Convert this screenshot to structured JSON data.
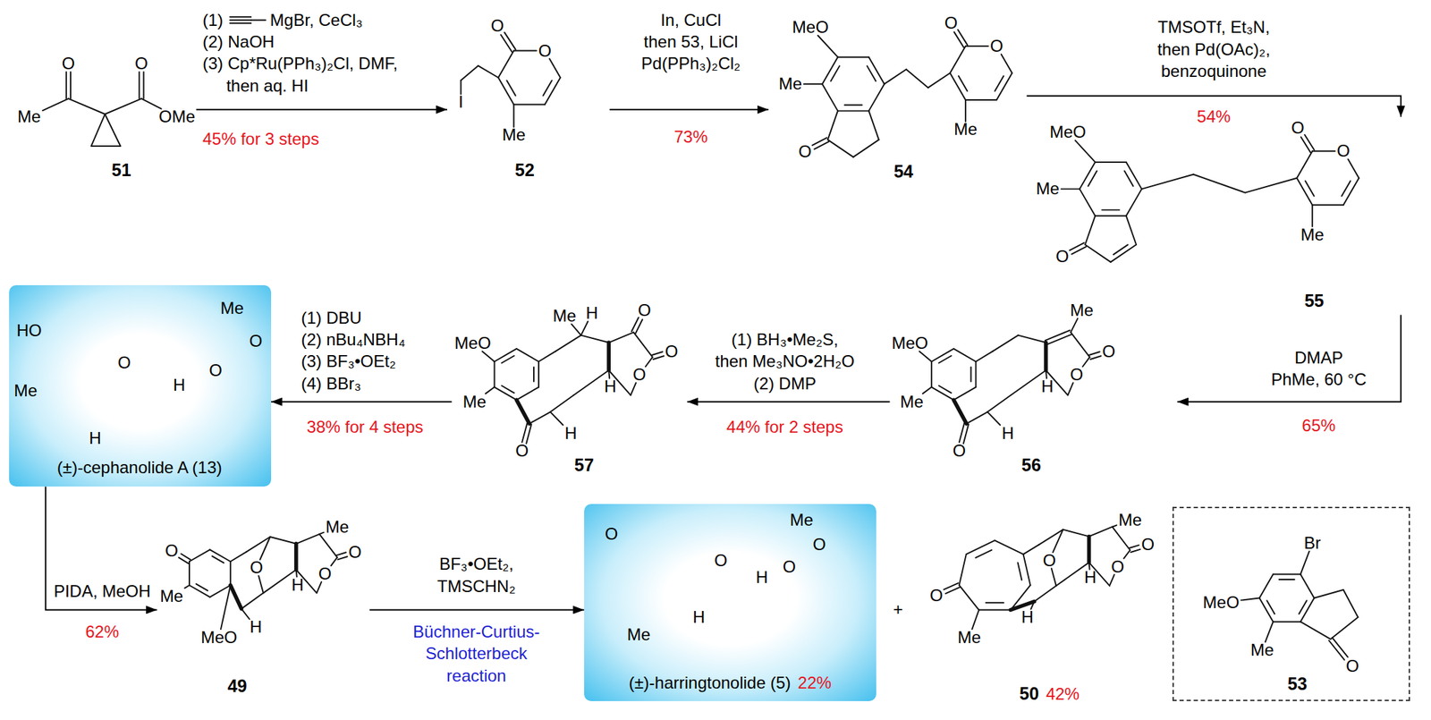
{
  "diagram": {
    "nodes": [
      {
        "text": [
          "51"
        ]
      },
      {
        "text": [
          "52"
        ]
      },
      {
        "text": [
          "54"
        ]
      },
      {
        "text": [
          "55"
        ]
      },
      {
        "text": [
          "(±)-cephanolide A (13)"
        ]
      },
      {
        "text": [
          "57"
        ]
      },
      {
        "text": [
          "56"
        ]
      },
      {
        "text": [
          "49"
        ]
      },
      {
        "text": [
          "(±)-harringtonolide (5)",
          "22%"
        ]
      },
      {
        "text": [
          "50",
          "42%"
        ]
      },
      {
        "text": [
          "53"
        ]
      }
    ],
    "edges": [
      {
        "from": 0,
        "to": 1,
        "arrow": "to"
      },
      {
        "from": 1,
        "to": 2,
        "arrow": "to"
      },
      {
        "from": 2,
        "to": 3,
        "arrow": "to"
      },
      {
        "from": 3,
        "to": 6,
        "arrow": "to"
      },
      {
        "from": 6,
        "to": 5,
        "arrow": "to"
      },
      {
        "from": 5,
        "to": 4,
        "arrow": "to"
      },
      {
        "from": 4,
        "to": 7,
        "arrow": "to"
      },
      {
        "from": 7,
        "to": 8,
        "arrow": "to"
      }
    ],
    "labels": [
      "O",
      "O",
      "Me",
      "OMe",
      "(1)",
      "MgBr, CeCl₃",
      "(2) NaOH",
      "(3) Cp*Ru(PPh₃)₂Cl, DMF,",
      "then aq. HI",
      "45% for 3 steps",
      "O",
      "O",
      "I",
      "Me",
      "In, CuCl",
      "then 53, LiCl",
      "Pd(PPh₃)₂Cl₂",
      "73%",
      "MeO",
      "Me",
      "O",
      "O",
      "O",
      "Me",
      "TMSOTf, Et₃N,",
      "then Pd(OAc)₂,",
      "benzoquinone",
      "54%",
      "MeO",
      "Me",
      "O",
      "O",
      "O",
      "Me",
      "Me",
      "HO",
      "O",
      "O",
      "O",
      "Me",
      "H",
      "H",
      "(1) DBU",
      "(2) nBu₄NBH₄",
      "(3) BF₃•OEt₂",
      "(4) BBr₃",
      "38% for 4 steps",
      "Me",
      "H",
      "O",
      "O",
      "O",
      "MeO",
      "Me",
      "H",
      "O",
      "H",
      "(1) BH₃•Me₂S,",
      "then Me₃NO•2H₂O",
      "(2) DMP",
      "44% for 2 steps",
      "Me",
      "O",
      "O",
      "MeO",
      "Me",
      "H",
      "O",
      "H",
      "DMAP",
      "PhMe, 60 °C",
      "65%",
      "PIDA, MeOH",
      "62%",
      "O",
      "Me",
      "O",
      "O",
      "O",
      "Me",
      "H",
      "MeO",
      "H",
      "BF₃•OEt₂,",
      "TMSCHN₂",
      "Büchner-Curtius-",
      "Schlotterbeck",
      "reaction",
      "O",
      "Me",
      "O",
      "O",
      "O",
      "Me",
      "H",
      "H",
      "+",
      "O",
      "Me",
      "O",
      "O",
      "O",
      "Me",
      "H",
      "H",
      "Br",
      "MeO",
      "O",
      "Me"
    ]
  }
}
